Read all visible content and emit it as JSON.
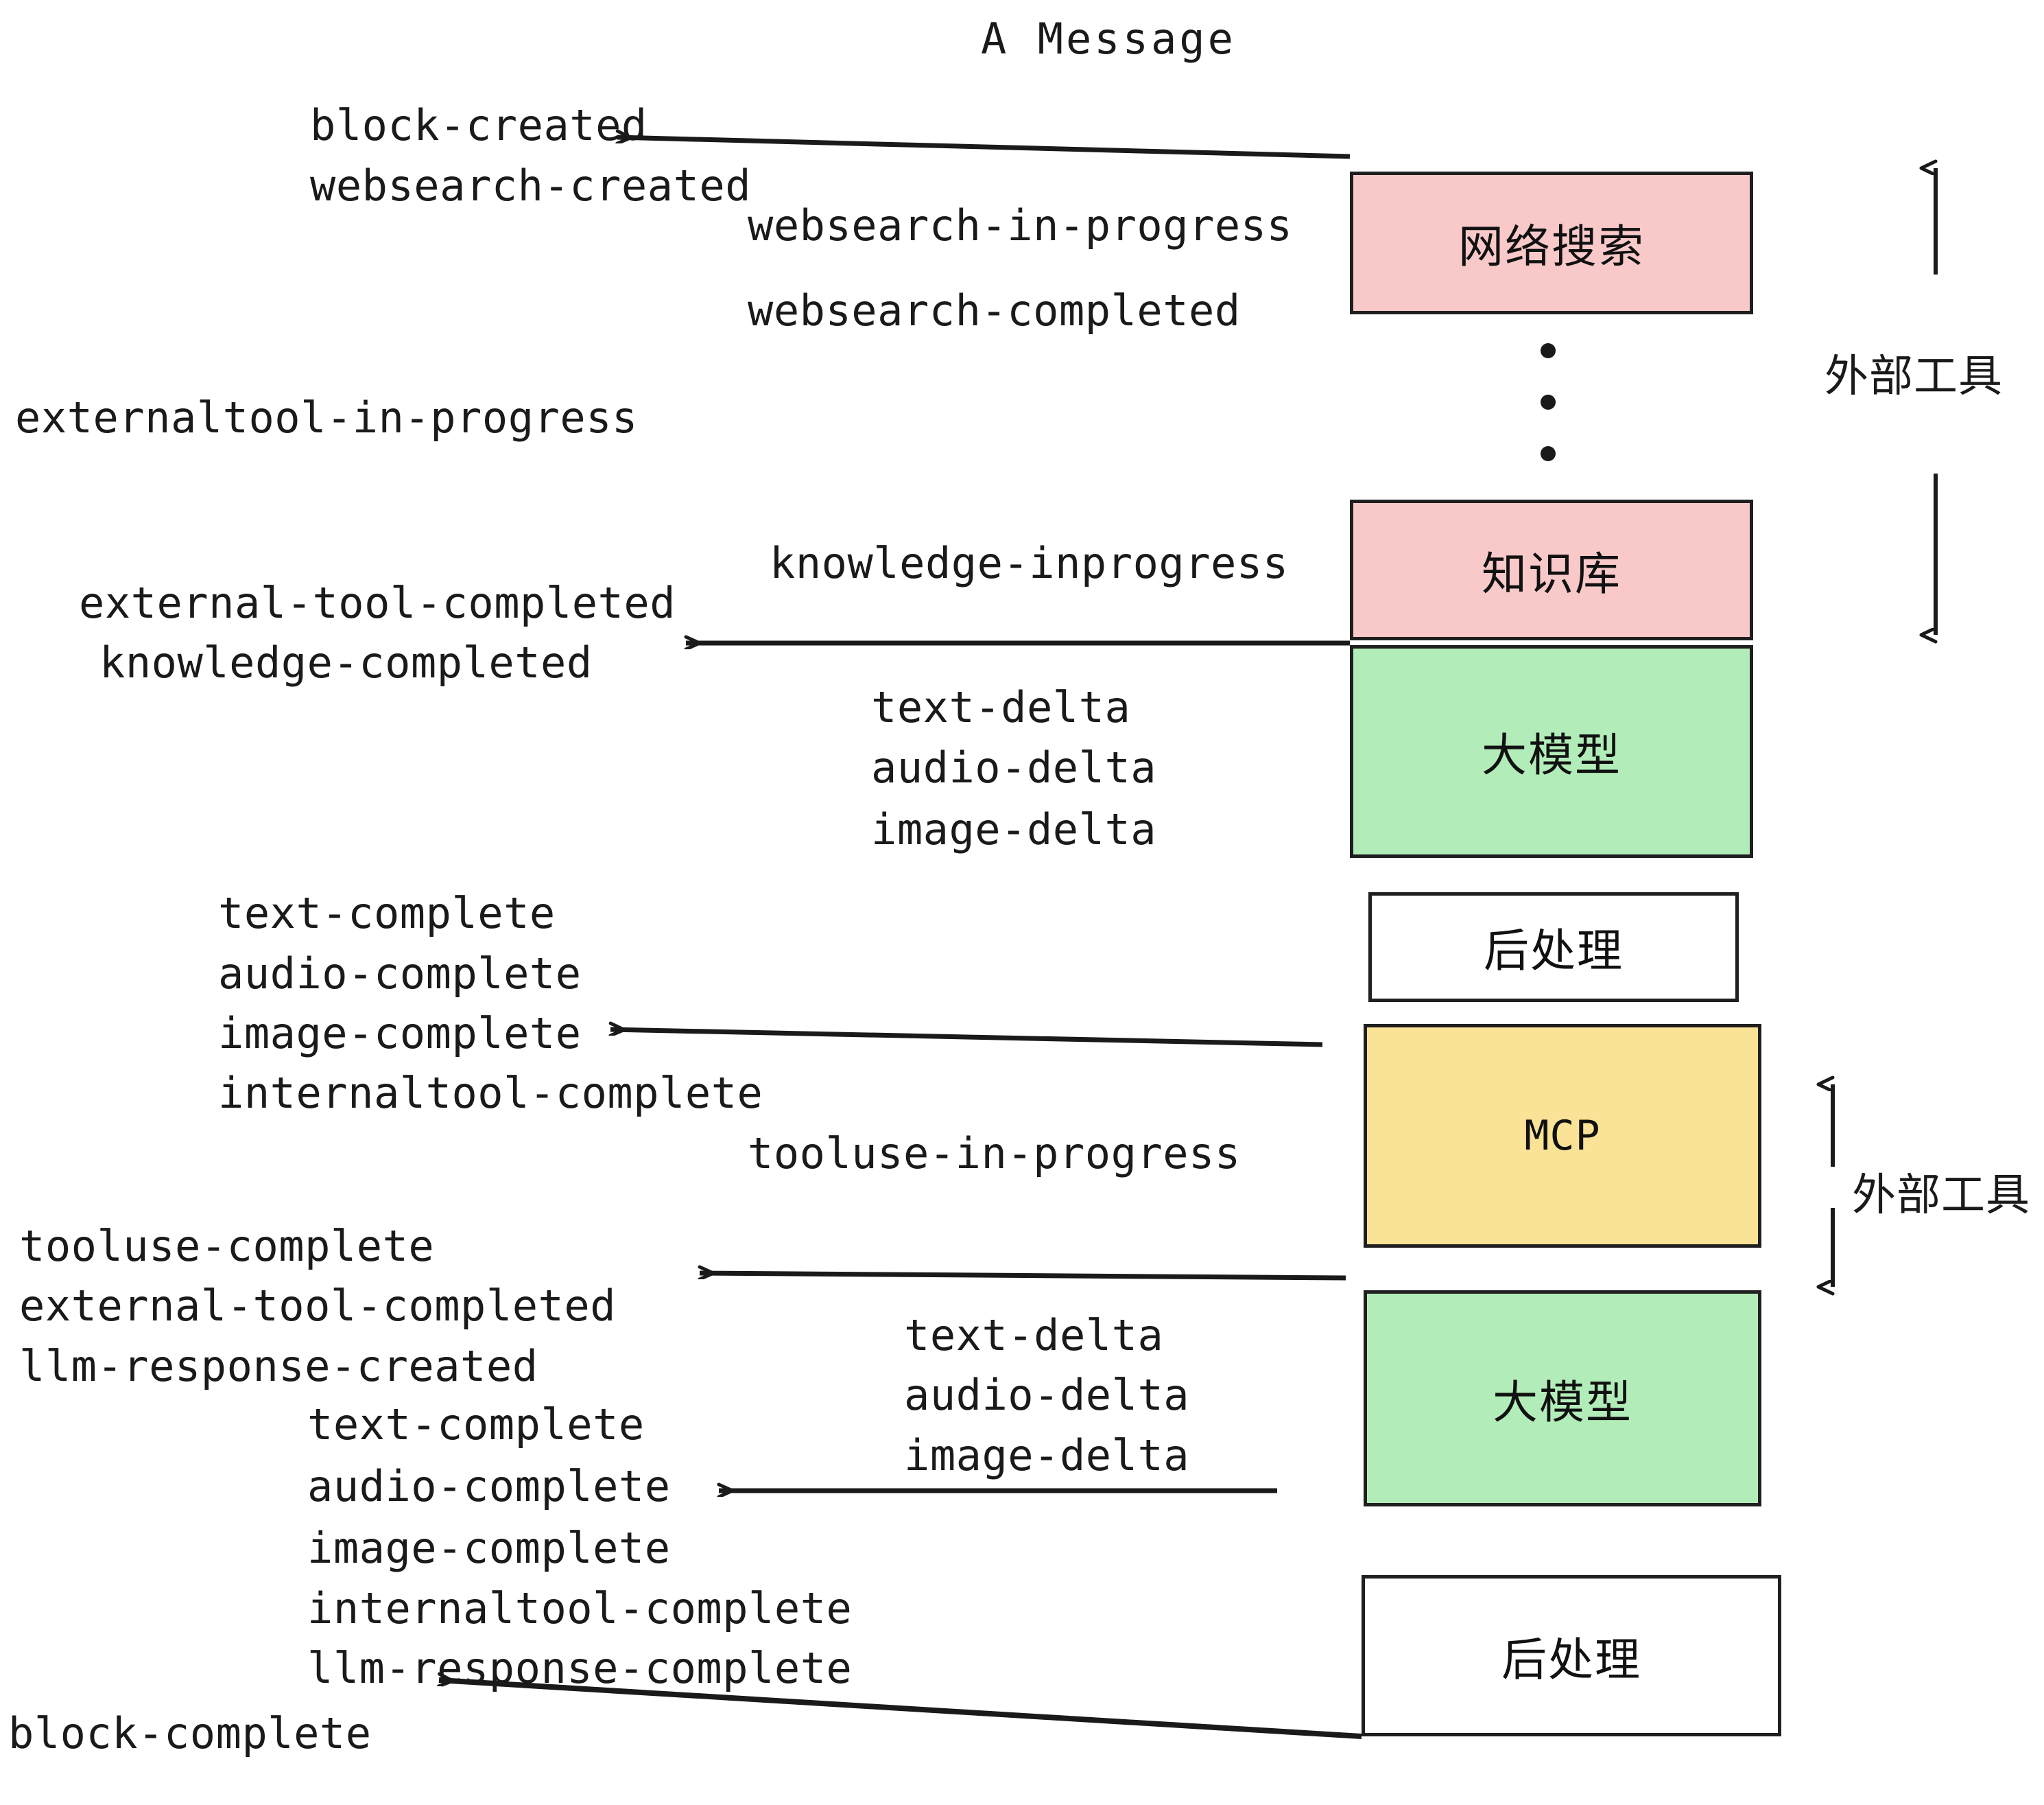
{
  "diagram": {
    "title": "A Message",
    "colors": {
      "external_tool_fill": "#f9c9c9",
      "llm_fill": "#b2edb9",
      "mcp_fill": "#fae396",
      "postprocess_fill": "#ffffff",
      "stroke": "#1f1f1f",
      "text": "#1a1a1a",
      "background": "#ffffff"
    },
    "nodes": [
      {
        "id": "websearch",
        "label": "网络搜索",
        "kind": "external-tool"
      },
      {
        "id": "knowledge",
        "label": "知识库",
        "kind": "external-tool"
      },
      {
        "id": "llm-1",
        "label": "大模型",
        "kind": "llm"
      },
      {
        "id": "postprocess-1",
        "label": "后处理",
        "kind": "postprocess"
      },
      {
        "id": "mcp",
        "label": "MCP",
        "kind": "mcp"
      },
      {
        "id": "llm-2",
        "label": "大模型",
        "kind": "llm"
      },
      {
        "id": "postprocess-2",
        "label": "后处理",
        "kind": "postprocess"
      }
    ],
    "side_brackets": [
      {
        "id": "bracket-top",
        "label": "外部工具"
      },
      {
        "id": "bracket-bottom",
        "label": "外部工具"
      }
    ],
    "ellipsis": {
      "id": "vertical-ellipsis",
      "dot_count": 3
    },
    "events": {
      "block_created": "block-created",
      "websearch_created": "websearch-created",
      "websearch_in_progress": "websearch-in-progress",
      "websearch_completed": "websearch-completed",
      "externaltool_in_progress": "externaltool-in-progress",
      "knowledge_inprogress": "knowledge-inprogress",
      "external_tool_completed_1": "external-tool-completed",
      "knowledge_completed": "knowledge-completed",
      "text_delta_1": "text-delta",
      "audio_delta_1": "audio-delta",
      "image_delta_1": "image-delta",
      "text_complete_1": "text-complete",
      "audio_complete_1": "audio-complete",
      "image_complete_1": "image-complete",
      "internaltool_complete_1": "internaltool-complete",
      "tooluse_in_progress": "tooluse-in-progress",
      "tooluse_complete": "tooluse-complete",
      "external_tool_completed_2": "external-tool-completed",
      "llm_response_created": "llm-response-created",
      "text_delta_2": "text-delta",
      "audio_delta_2": "audio-delta",
      "image_delta_2": "image-delta",
      "text_complete_2": "text-complete",
      "audio_complete_2": "audio-complete",
      "image_complete_2": "image-complete",
      "internaltool_complete_2": "internaltool-complete",
      "llm_response_complete": "llm-response-complete",
      "block_complete": "block-complete"
    }
  }
}
